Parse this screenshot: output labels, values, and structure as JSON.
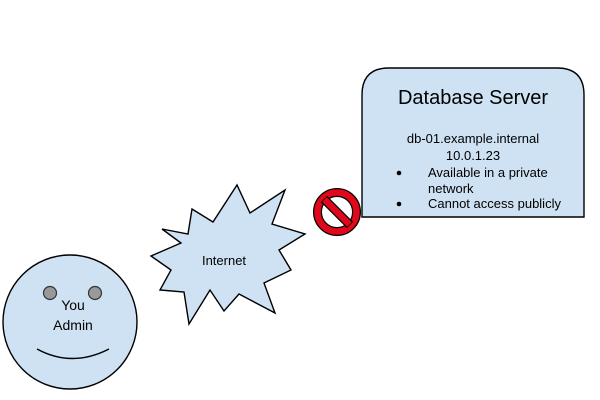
{
  "colors": {
    "shape_fill": "#cfe2f3",
    "outline": "#000000",
    "eye_fill": "#999999",
    "no_sign_red": "#e0081a",
    "text": "#000000"
  },
  "face": {
    "line1": "You",
    "line2": "Admin"
  },
  "cloud": {
    "label": "Internet"
  },
  "blocked_icon": "no-entry-icon",
  "server": {
    "title": "Database Server",
    "hostname": "db-01.example.internal",
    "ip": "10.0.1.23",
    "bullets": [
      {
        "line1": "Available in a private",
        "line2": "network"
      },
      {
        "line1": "Cannot access publicly",
        "line2": ""
      }
    ]
  }
}
